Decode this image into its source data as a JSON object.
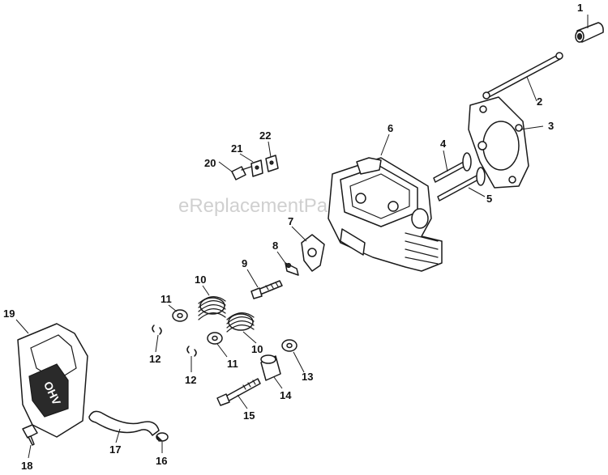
{
  "watermark": "eReplacementParts.com",
  "valve_cover_badge": "OHV",
  "callouts": {
    "c1": "1",
    "c2": "2",
    "c3": "3",
    "c4": "4",
    "c5": "5",
    "c6": "6",
    "c7": "7",
    "c8": "8",
    "c9": "9",
    "c10a": "10",
    "c10b": "10",
    "c11a": "11",
    "c11b": "11",
    "c12a": "12",
    "c12b": "12",
    "c13": "13",
    "c14": "14",
    "c15": "15",
    "c16": "16",
    "c17": "17",
    "c18": "18",
    "c19": "19",
    "c20": "20",
    "c21": "21",
    "c22": "22"
  },
  "parts": [
    {
      "callout": "1",
      "part": "push-rod-cap"
    },
    {
      "callout": "2",
      "part": "push-rod"
    },
    {
      "callout": "3",
      "part": "cylinder-head-gasket"
    },
    {
      "callout": "4",
      "part": "intake-valve"
    },
    {
      "callout": "5",
      "part": "exhaust-valve"
    },
    {
      "callout": "6",
      "part": "cylinder-head"
    },
    {
      "callout": "7",
      "part": "rocker-arm"
    },
    {
      "callout": "8",
      "part": "rocker-stud"
    },
    {
      "callout": "9",
      "part": "rocker-bolt"
    },
    {
      "callout": "10",
      "part": "valve-spring"
    },
    {
      "callout": "11",
      "part": "spring-retainer"
    },
    {
      "callout": "12",
      "part": "valve-keepers"
    },
    {
      "callout": "13",
      "part": "washer"
    },
    {
      "callout": "14",
      "part": "spacer"
    },
    {
      "callout": "15",
      "part": "head-bolt"
    },
    {
      "callout": "16",
      "part": "hose-clamp"
    },
    {
      "callout": "17",
      "part": "breather-hose"
    },
    {
      "callout": "18",
      "part": "valve-cover-screw"
    },
    {
      "callout": "19",
      "part": "valve-cover"
    },
    {
      "callout": "20",
      "part": "screw"
    },
    {
      "callout": "21",
      "part": "bracket"
    },
    {
      "callout": "22",
      "part": "clip"
    }
  ]
}
